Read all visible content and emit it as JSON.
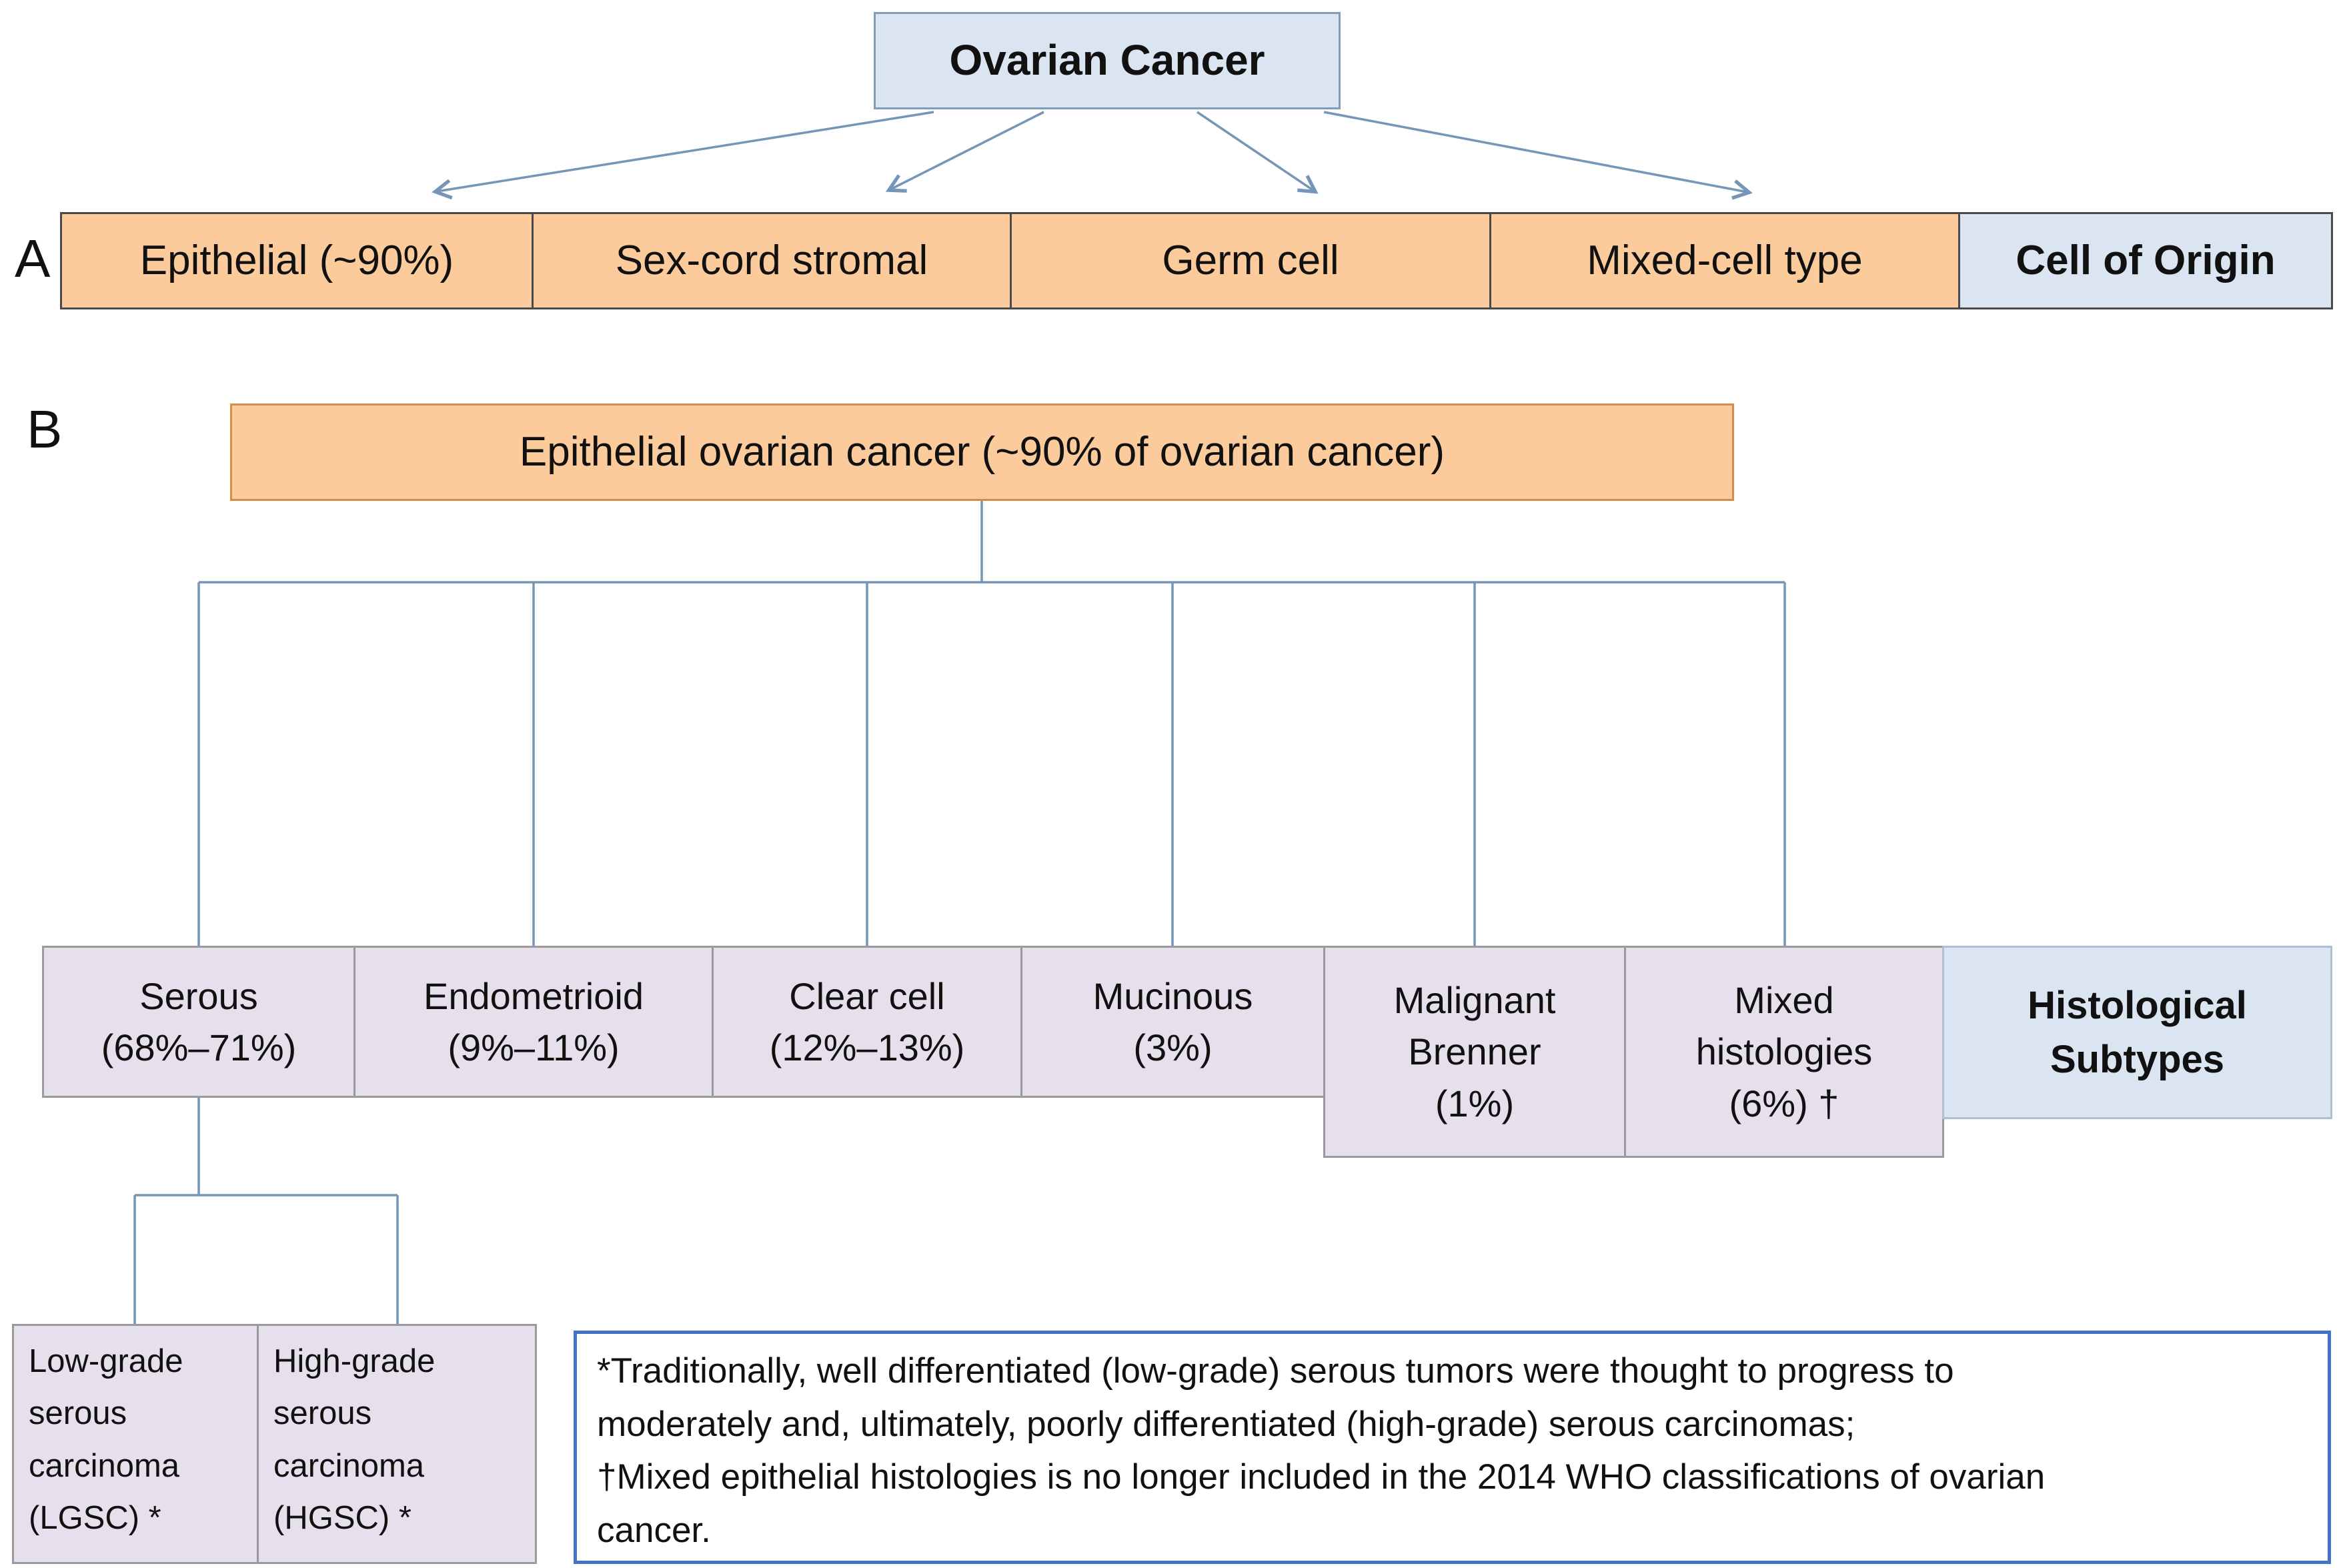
{
  "colors": {
    "orange_fill": "#FBCB9C",
    "blue_fill": "#DBE5F1",
    "lavender_fill": "#E5E0EC",
    "connector": "#7596B8",
    "footnote_border": "#4472C4"
  },
  "panel_a": {
    "label": "A",
    "root": "Ovarian Cancer",
    "cells": [
      "Epithelial (~90%)",
      "Sex-cord stromal",
      "Germ cell",
      "Mixed-cell type"
    ],
    "row_label": "Cell of Origin"
  },
  "panel_b": {
    "label": "B",
    "root": "Epithelial ovarian cancer (~90% of ovarian cancer)",
    "subtypes": [
      "Serous\n(68%–71%)",
      "Endometrioid\n(9%–11%)",
      "Clear cell\n(12%–13%)",
      "Mucinous\n(3%)",
      "Malignant\nBrenner\n(1%)",
      "Mixed\nhistologies\n(6%) †"
    ],
    "row_label": "Histological\nSubtypes",
    "serous_children": [
      "Low-grade\nserous\ncarcinoma\n(LGSC) *",
      "High-grade\nserous\ncarcinoma\n(HGSC) *"
    ]
  },
  "footnote": "*Traditionally, well differentiated (low-grade) serous tumors were thought to progress to\nmoderately and, ultimately, poorly differentiated (high-grade) serous carcinomas;\n†Mixed epithelial histologies is no longer included in the 2014 WHO classifications of ovarian\ncancer."
}
